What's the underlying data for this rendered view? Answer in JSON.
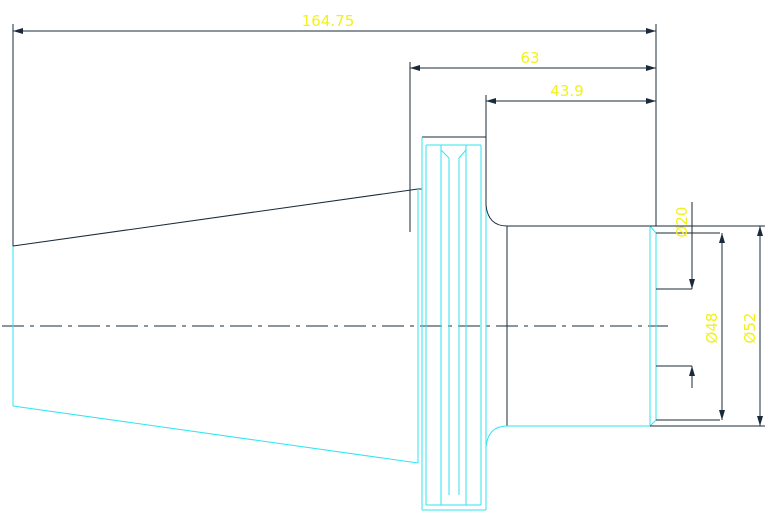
{
  "drawing": {
    "dimensions": {
      "overall_length": "164.75",
      "flange_to_end": "63",
      "shank_length": "43.9",
      "bore_dia_small": "Ø20",
      "bore_dia_mid": "Ø48",
      "outer_dia": "Ø52"
    }
  },
  "colors": {
    "background": "#ffffff",
    "outline_ink": "#1a2a3a",
    "hidden_cyan": "#2fe6f2",
    "dimension_yellow": "#f2f21a"
  }
}
